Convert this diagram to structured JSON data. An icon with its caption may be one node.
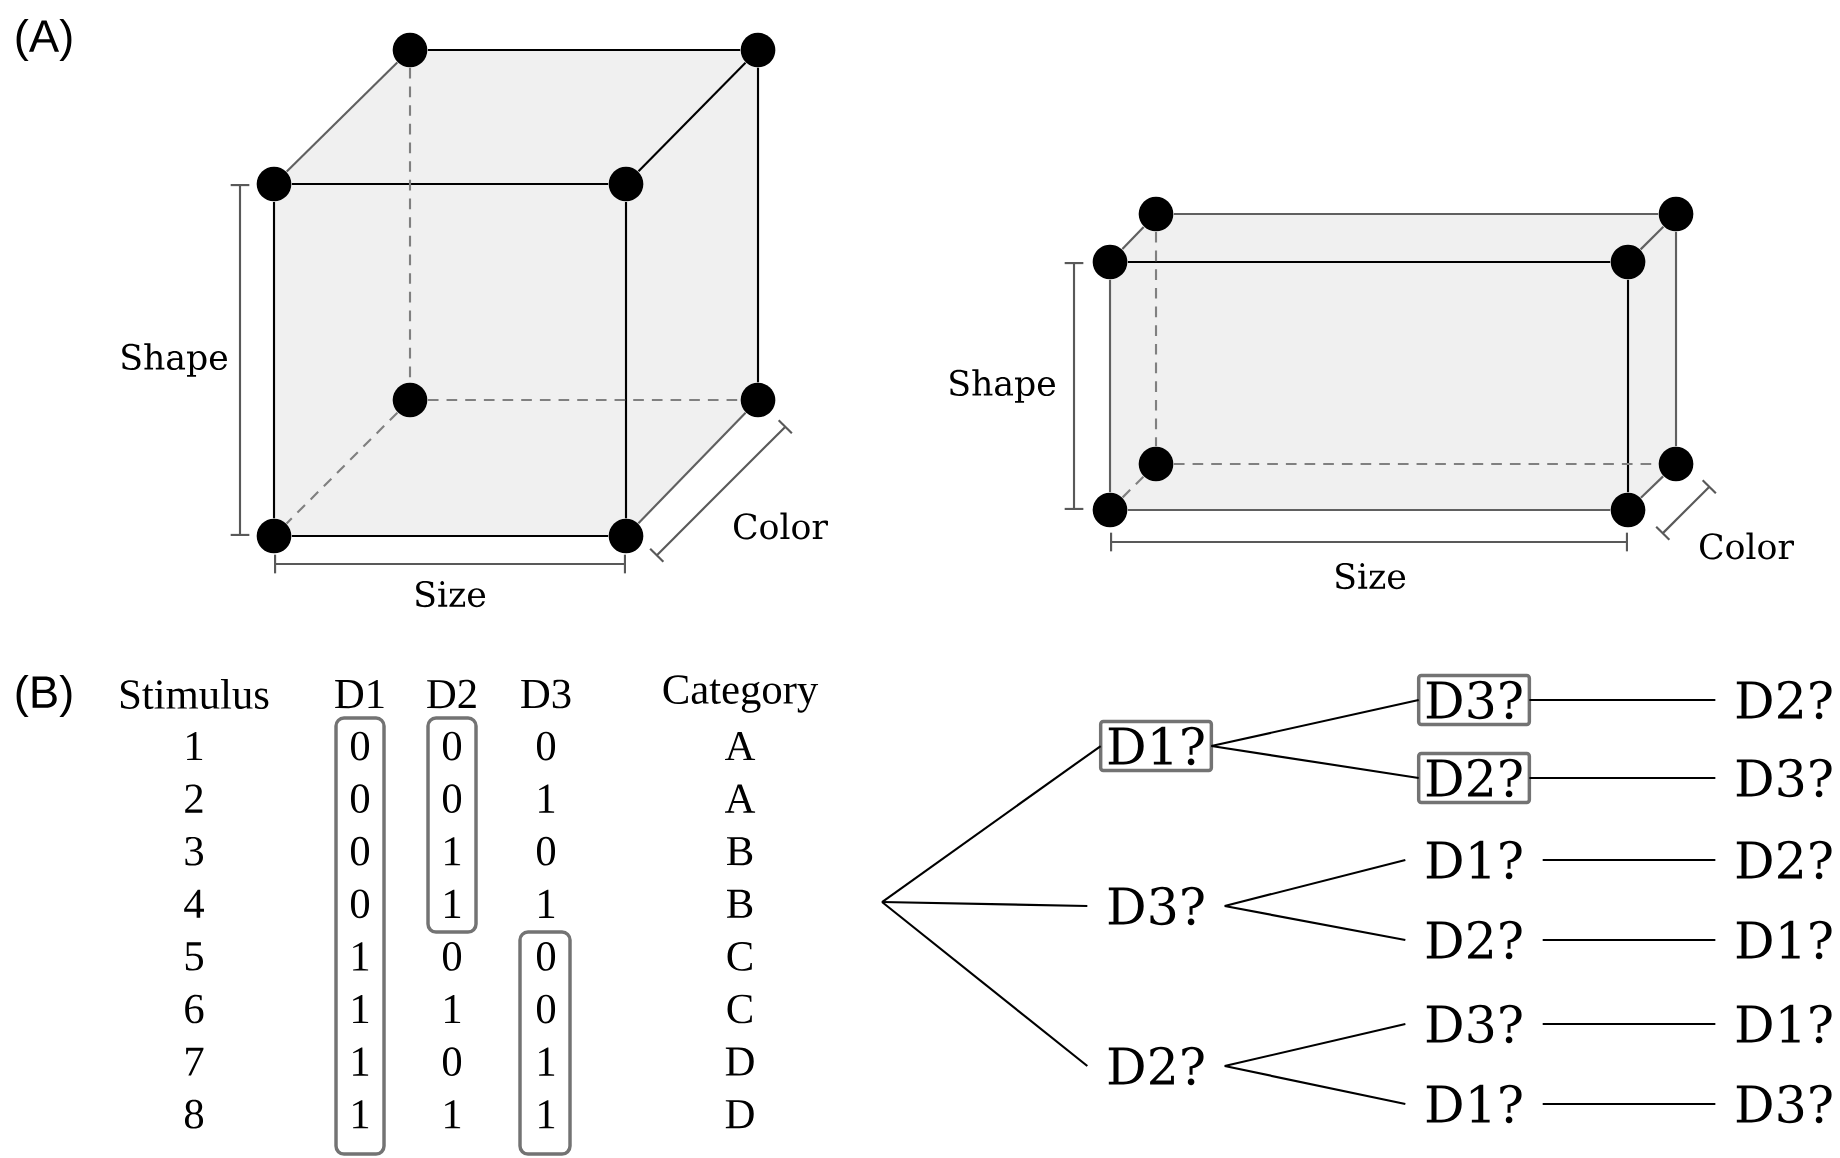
{
  "diagram": {
    "nodes": [
      {
        "text": [],
        "shape": "circle"
      },
      {
        "text": [],
        "shape": "circle"
      },
      {
        "text": [],
        "shape": "circle"
      },
      {
        "text": [],
        "shape": "circle"
      },
      {
        "text": [],
        "shape": "circle"
      },
      {
        "text": [],
        "shape": "circle"
      },
      {
        "text": [],
        "shape": "circle"
      },
      {
        "text": [],
        "shape": "circle"
      },
      {
        "text": [],
        "shape": "circle"
      },
      {
        "text": [],
        "shape": "circle"
      },
      {
        "text": [],
        "shape": "circle"
      },
      {
        "text": [],
        "shape": "circle"
      },
      {
        "text": [],
        "shape": "circle"
      },
      {
        "text": [],
        "shape": "circle"
      },
      {
        "text": [],
        "shape": "circle"
      },
      {
        "text": [],
        "shape": "circle"
      },
      {
        "text": [
          "D1?"
        ]
      },
      {
        "text": [
          "D3?"
        ]
      },
      {
        "text": [
          "D2?"
        ]
      },
      {
        "text": [
          "D3?"
        ]
      },
      {
        "text": [
          "D2?"
        ]
      },
      {
        "text": [
          "D1?"
        ]
      },
      {
        "text": [
          "D2?"
        ]
      },
      {
        "text": [
          "D3?"
        ]
      },
      {
        "text": [
          "D1?"
        ]
      },
      {
        "text": [
          "D2?"
        ]
      },
      {
        "text": [
          "D3?"
        ]
      },
      {
        "text": [
          "D2?"
        ]
      },
      {
        "text": [
          "D1?"
        ]
      },
      {
        "text": [
          "D1?"
        ]
      },
      {
        "text": [
          "D3?"
        ]
      }
    ],
    "edges": [
      {
        "from": 2,
        "to": 3,
        "arrow": "none"
      },
      {
        "from": 3,
        "to": 7,
        "arrow": "none"
      },
      {
        "from": 2,
        "to": 6,
        "arrow": "none"
      },
      {
        "from": 6,
        "to": 7,
        "arrow": "none"
      },
      {
        "from": 0,
        "to": 1,
        "arrow": "none"
      },
      {
        "from": 1,
        "to": 3,
        "arrow": "none"
      },
      {
        "from": 1,
        "to": 5,
        "arrow": "none"
      },
      {
        "from": 0,
        "to": 2,
        "arrow": "none",
        "color": "#606060"
      },
      {
        "from": 5,
        "to": 7,
        "arrow": "none",
        "color": "#606060"
      },
      {
        "from": 0,
        "to": 4,
        "arrow": "none",
        "style": "dashed",
        "color": "#808080"
      },
      {
        "from": 4,
        "to": 5,
        "arrow": "none",
        "style": "dashed",
        "color": "#808080"
      },
      {
        "from": 4,
        "to": 6,
        "arrow": "none",
        "style": "dashed",
        "color": "#808080"
      },
      {
        "from": 10,
        "to": 11,
        "arrow": "none"
      },
      {
        "from": 11,
        "to": 15,
        "arrow": "none"
      },
      {
        "from": 10,
        "to": 14,
        "arrow": "none",
        "color": "#606060"
      },
      {
        "from": 14,
        "to": 15,
        "arrow": "none",
        "color": "#606060"
      },
      {
        "from": 8,
        "to": 9,
        "arrow": "none",
        "color": "#606060"
      },
      {
        "from": 9,
        "to": 13,
        "arrow": "none",
        "color": "#606060"
      },
      {
        "from": 8,
        "to": 10,
        "arrow": "none",
        "color": "#606060"
      },
      {
        "from": 9,
        "to": 11,
        "arrow": "none",
        "color": "#606060"
      },
      {
        "from": 13,
        "to": 15,
        "arrow": "none",
        "color": "#606060"
      },
      {
        "from": 8,
        "to": 12,
        "arrow": "none",
        "style": "dashed",
        "color": "#808080"
      },
      {
        "from": 12,
        "to": 13,
        "arrow": "none",
        "style": "dashed",
        "color": "#808080"
      },
      {
        "from": 12,
        "to": 14,
        "arrow": "none",
        "style": "dashed",
        "color": "#808080"
      },
      {
        "from": null,
        "to": 16,
        "arrow": "none"
      },
      {
        "from": null,
        "to": 17,
        "arrow": "none"
      },
      {
        "from": null,
        "to": 18,
        "arrow": "none"
      },
      {
        "from": 16,
        "to": 19,
        "arrow": "none"
      },
      {
        "from": 16,
        "to": 20,
        "arrow": "none"
      },
      {
        "from": 17,
        "to": 21,
        "arrow": "none"
      },
      {
        "from": 17,
        "to": 22,
        "arrow": "none"
      },
      {
        "from": 18,
        "to": 23,
        "arrow": "none"
      },
      {
        "from": 18,
        "to": 24,
        "arrow": "none"
      },
      {
        "from": 19,
        "to": 25,
        "arrow": "none"
      },
      {
        "from": 20,
        "to": 26,
        "arrow": "none"
      },
      {
        "from": 21,
        "to": 27,
        "arrow": "none"
      },
      {
        "from": 22,
        "to": 28,
        "arrow": "none"
      },
      {
        "from": 23,
        "to": 29,
        "arrow": "none"
      },
      {
        "from": 24,
        "to": 30,
        "arrow": "none"
      }
    ],
    "labels": [
      "(A)",
      "Shape",
      "Size",
      "Color",
      "Shape",
      "Size",
      "Color",
      "(B)",
      "Stimulus",
      "D1",
      "D2",
      "D3",
      "Category",
      "1",
      "0",
      "0",
      "0",
      "A",
      "2",
      "0",
      "0",
      "1",
      "A",
      "3",
      "0",
      "1",
      "0",
      "B",
      "4",
      "0",
      "1",
      "1",
      "B",
      "5",
      "1",
      "0",
      "0",
      "C",
      "6",
      "1",
      "1",
      "0",
      "C",
      "7",
      "1",
      "0",
      "1",
      "D",
      "8",
      "1",
      "1",
      "1",
      "D"
    ]
  }
}
